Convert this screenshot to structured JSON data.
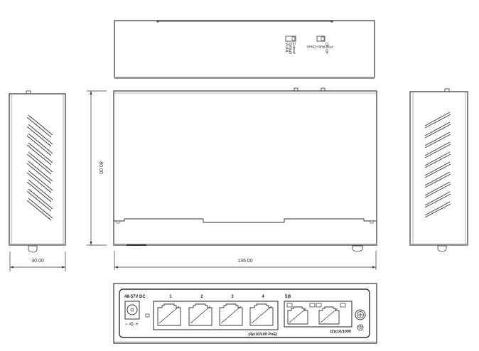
{
  "drawing": {
    "views": [
      "top-view",
      "left-side-view",
      "front-elevation",
      "right-side-view",
      "front-panel-view"
    ],
    "dimensions": {
      "height": "80.00",
      "width": "136.00",
      "depth": "30.00"
    },
    "top_view": {
      "dip_switch_left": {
        "labels": [
          "Extend",
          "Default",
          "VLAN"
        ]
      },
      "dip_switch_right": {
        "title": "PoE Auto-Check",
        "labels": [
          "On",
          "Off"
        ]
      }
    },
    "front_panel": {
      "power_label": "48-57V DC",
      "power_polarity": "− -C- +",
      "poe_ports": [
        "1",
        "2",
        "3",
        "4"
      ],
      "poe_ports_caption": "(4)x10/100 PoE)",
      "uplink_label": "5|6",
      "uplink_caption": "(2)x10/1000",
      "ground_icon": "ground-symbol"
    },
    "colors": {
      "line": "#333333",
      "shadow": "#9a9a9a",
      "background": "#ffffff"
    }
  }
}
